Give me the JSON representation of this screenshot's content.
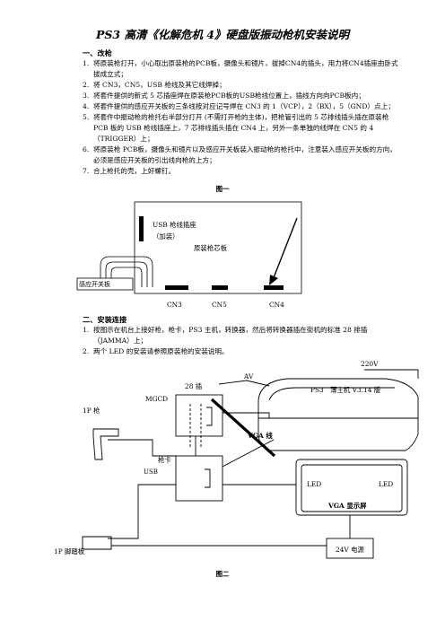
{
  "title": "PS3 高清《化解危机 4》硬盘版振动枪机安装说明",
  "section1": {
    "heading": "一、改枪",
    "items": [
      {
        "n": "1.",
        "text": "将原装枪打开，小心取出原装枪的PCB板，摄像头和镜片，拔掉CN4的插头，用力将CN4插座由卧式拔成立式；"
      },
      {
        "n": "2.",
        "text": "将 CN3，CN5，USB 枪线及其它线焊掉；"
      },
      {
        "n": "3.",
        "text": "将套件提供的新式 5 芯插座焊在原装枪PCB板的USB枪线位置上，插线方向向PCB板内；"
      },
      {
        "n": "4.",
        "text": "将套件提供的感应开关板的三条线按对应记号焊在 CN3 的 1（VCP），2（BX），5（GND）点上；"
      },
      {
        "n": "5.",
        "text": "将套件中振动枪的枪托右半部分打开 (不需打开枪的主体)，把枪管引出的 5 芯排线插头插在原装枪 PCB 板的 USB 枪线插座上，7 芯排线插头插在 CN4 上，另外一条单独的线焊在 CN5 的 4（TRIGGER）上；"
      },
      {
        "n": "6.",
        "text": "将原装枪 PCB板，摄像头和镜片以及感应开关板装入振动枪的枪托中，注意装入感应开关板的方向，必须是感应开关板的引出线向枪的上方；"
      },
      {
        "n": "7.",
        "text": "合上枪托的壳，上好螺钉。"
      }
    ]
  },
  "fig1": {
    "caption": "图一",
    "usb_socket": "USB 枪线插座",
    "added": "（加装）",
    "board": "原装枪芯板",
    "sensor": "感应开关板",
    "cn3": "CN3",
    "cn5": "CN5",
    "cn4": "CN4"
  },
  "section2": {
    "heading": "二、安装连接",
    "items": [
      {
        "n": "1.",
        "text": "按图示在机台上接好枪，枪卡，PS3 主机，转换器，然后将转换器插在街机的标准 28 排插（JAMMA）上；"
      },
      {
        "n": "2.",
        "text": "两个 LED 的安装请参照原装枪的安装说明。"
      }
    ]
  },
  "fig2": {
    "caption": "图二",
    "v220": "220V",
    "av": "AV",
    "pin28": "28 插",
    "mgcd": "MGCD",
    "ps3": "PS3　薄主机  V3.14 版",
    "gun": "1P 枪",
    "vga_line": "VGA 线",
    "card": "枪卡",
    "usb": "USB",
    "led_left": "LED",
    "led_right": "LED",
    "vga_screen": "VGA  显示屏",
    "pedal": "1P 脚踏板",
    "power": "24V 电源"
  }
}
